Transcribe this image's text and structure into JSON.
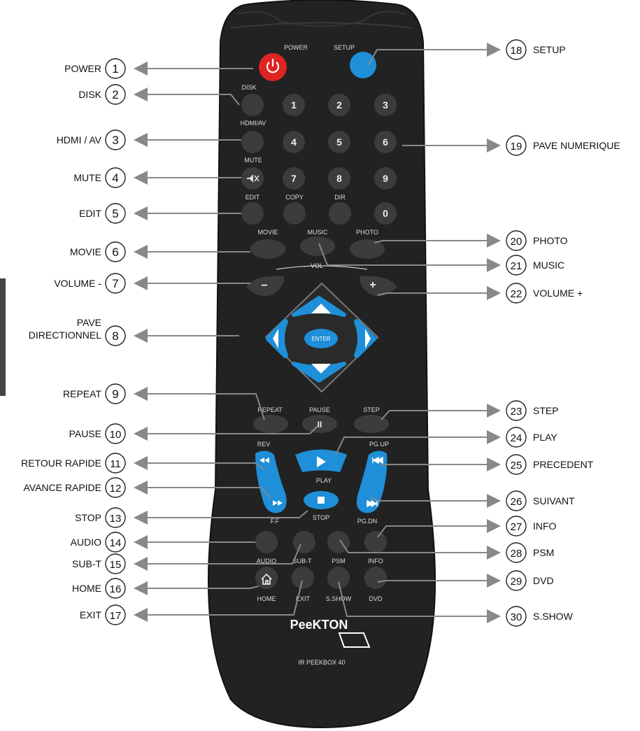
{
  "colors": {
    "body": "#222222",
    "body_edge": "#111111",
    "button": "#3c3c3c",
    "accent_blue": "#1e8fd8",
    "power_red": "#e02424",
    "arrow": "#888888",
    "label": "#111111",
    "silk": "#dddddd"
  },
  "callouts_left": [
    {
      "num": "1",
      "label": "POWER"
    },
    {
      "num": "2",
      "label": "DISK"
    },
    {
      "num": "3",
      "label": "HDMI / AV"
    },
    {
      "num": "4",
      "label": "MUTE"
    },
    {
      "num": "5",
      "label": "EDIT"
    },
    {
      "num": "6",
      "label": "MOVIE"
    },
    {
      "num": "7",
      "label": "VOLUME -"
    },
    {
      "num": "8",
      "label": "PAVE",
      "label2": "DIRECTIONNEL"
    },
    {
      "num": "9",
      "label": "REPEAT"
    },
    {
      "num": "10",
      "label": "PAUSE"
    },
    {
      "num": "11",
      "label": "RETOUR RAPIDE"
    },
    {
      "num": "12",
      "label": "AVANCE RAPIDE"
    },
    {
      "num": "13",
      "label": "STOP"
    },
    {
      "num": "14",
      "label": "AUDIO"
    },
    {
      "num": "15",
      "label": "SUB-T"
    },
    {
      "num": "16",
      "label": "HOME"
    },
    {
      "num": "17",
      "label": "EXIT"
    }
  ],
  "callouts_right": [
    {
      "num": "18",
      "label": "SETUP"
    },
    {
      "num": "19",
      "label": "PAVE NUMERIQUE"
    },
    {
      "num": "20",
      "label": "PHOTO"
    },
    {
      "num": "21",
      "label": "MUSIC"
    },
    {
      "num": "22",
      "label": "VOLUME +"
    },
    {
      "num": "23",
      "label": "STEP"
    },
    {
      "num": "24",
      "label": "PLAY"
    },
    {
      "num": "25",
      "label": "PRECEDENT"
    },
    {
      "num": "26",
      "label": "SUIVANT"
    },
    {
      "num": "27",
      "label": "INFO"
    },
    {
      "num": "28",
      "label": "PSM"
    },
    {
      "num": "29",
      "label": "DVD"
    },
    {
      "num": "30",
      "label": "S.SHOW"
    }
  ],
  "remote": {
    "power_label": "POWER",
    "setup_label": "SETUP",
    "disk_label": "DISK",
    "hdmi_label": "HDMI/AV",
    "mute_label": "MUTE",
    "edit_label": "EDIT",
    "copy_label": "COPY",
    "dir_label": "DIR",
    "movie_label": "MOVIE",
    "music_label": "MUSIC",
    "photo_label": "PHOTO",
    "vol_label": "VOL",
    "vol_minus": "−",
    "vol_plus": "+",
    "enter_label": "ENTER",
    "repeat_label": "REPEAT",
    "pause_label": "PAUSE",
    "pause_glyph": "II",
    "step_label": "STEP",
    "rev_label": "REV",
    "pgup_label": "PG.UP",
    "play_label": "PLAY",
    "ff_label": "F.F",
    "stop_label": "STOP",
    "pgdn_label": "PG.DN",
    "audio_label": "AUDIO",
    "subt_label": "SUB-T",
    "psm_label": "PSM",
    "info_label": "INFO",
    "home_label": "HOME",
    "exit_label": "EXIT",
    "sshow_label": "S.SHOW",
    "dvd_label": "DVD",
    "digits": [
      "1",
      "2",
      "3",
      "4",
      "5",
      "6",
      "7",
      "8",
      "9",
      "0"
    ],
    "brand": "PeeKTON",
    "model": "IR PEEKBOX 40"
  },
  "icons": {
    "power": "power-icon",
    "mute": "mute-speaker-icon",
    "home": "home-icon",
    "rev": "rewind-icon",
    "ff": "fast-forward-icon",
    "prev": "skip-previous-icon",
    "next": "skip-next-icon",
    "play": "play-icon",
    "stop": "stop-icon"
  }
}
